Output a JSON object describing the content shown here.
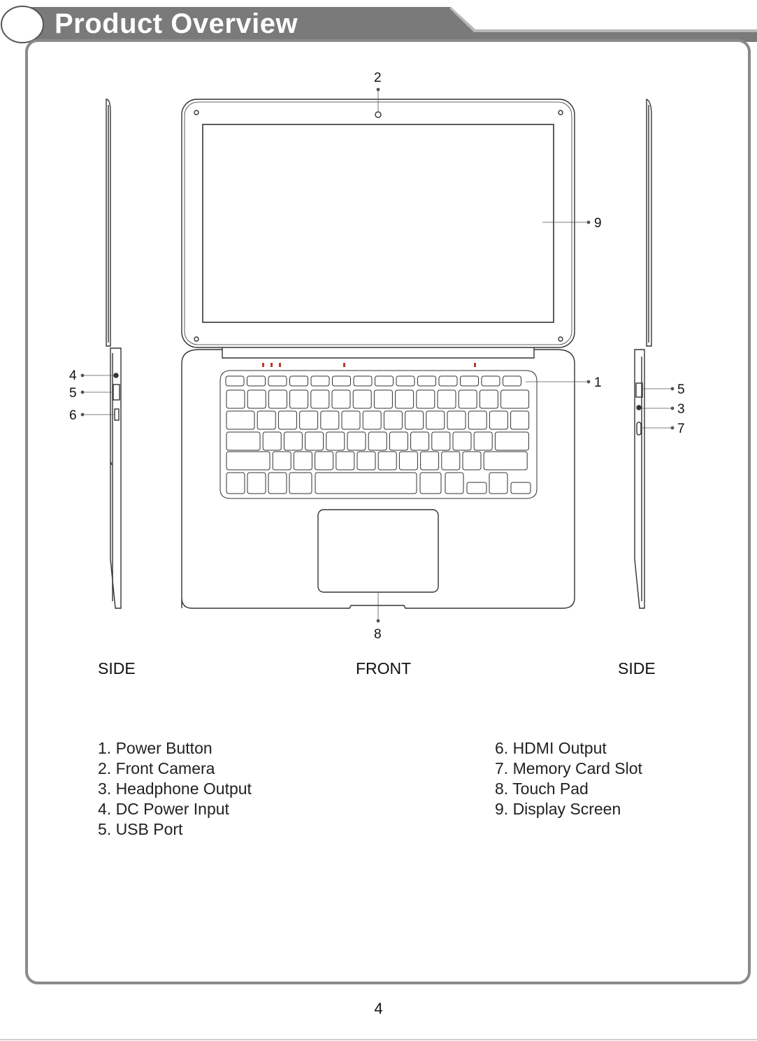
{
  "header": {
    "title": "Product Overview"
  },
  "diagram": {
    "callouts": {
      "c1": "1",
      "c2": "2",
      "c3": "3",
      "c4": "4",
      "c5l": "5",
      "c5r": "5",
      "c6": "6",
      "c7": "7",
      "c8": "8",
      "c9": "9"
    }
  },
  "views": {
    "left": "SIDE",
    "center": "FRONT",
    "right": "SIDE"
  },
  "parts_left": [
    "1. Power Button",
    "2. Front Camera",
    "3. Headphone Output",
    "4. DC Power Input",
    "5. USB Port"
  ],
  "parts_right": [
    "6. HDMI Output",
    "7. Memory Card Slot",
    "8. Touch Pad",
    "9. Display Screen"
  ],
  "page": {
    "number": "4"
  },
  "colors": {
    "header_dark": "#6f6f6f",
    "header_light": "#9a9a9a",
    "frame": "#8a8a8a",
    "line": "#333333"
  }
}
